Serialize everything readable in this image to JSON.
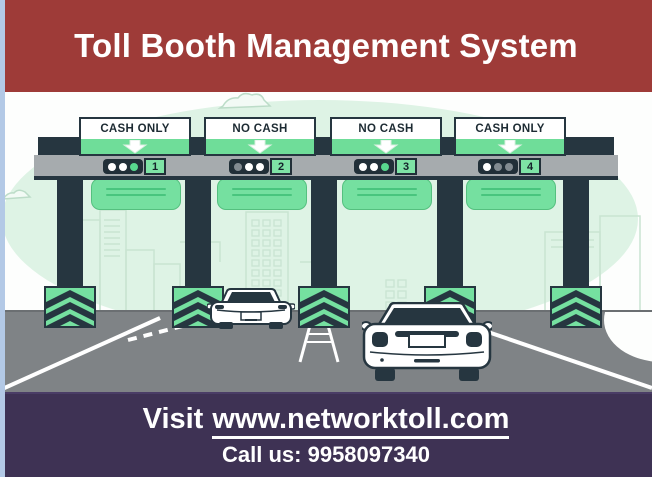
{
  "header": {
    "title": "Toll Booth Management System",
    "bg_color": "#9e3b38",
    "text_color": "#ffffff"
  },
  "illustration": {
    "colors": {
      "accent_green": "#75e0a0",
      "structure_dark": "#263640",
      "blob_green": "#def3e5",
      "road_gray": "#7f8386",
      "beam_gray": "#a6abae",
      "light_on_green": "#58d78e",
      "light_white": "#ffffff",
      "light_off_gray": "#828b91"
    },
    "lanes": [
      {
        "number": "1",
        "sign_label": "CASH ONLY",
        "lights": [
          "#ffffff",
          "#ffffff",
          "#58d78e"
        ]
      },
      {
        "number": "2",
        "sign_label": "NO CASH",
        "lights": [
          "#828b91",
          "#ffffff",
          "#ffffff"
        ]
      },
      {
        "number": "3",
        "sign_label": "NO CASH",
        "lights": [
          "#ffffff",
          "#ffffff",
          "#58d78e"
        ]
      },
      {
        "number": "4",
        "sign_label": "CASH ONLY",
        "lights": [
          "#ffffff",
          "#828b91",
          "#828b91"
        ]
      }
    ]
  },
  "footer": {
    "visit_prefix": "Visit",
    "website": "www.networktoll.com",
    "phone_label": "Call us: 9958097340",
    "bg_color": "#3e3254",
    "text_color": "#ffffff"
  }
}
